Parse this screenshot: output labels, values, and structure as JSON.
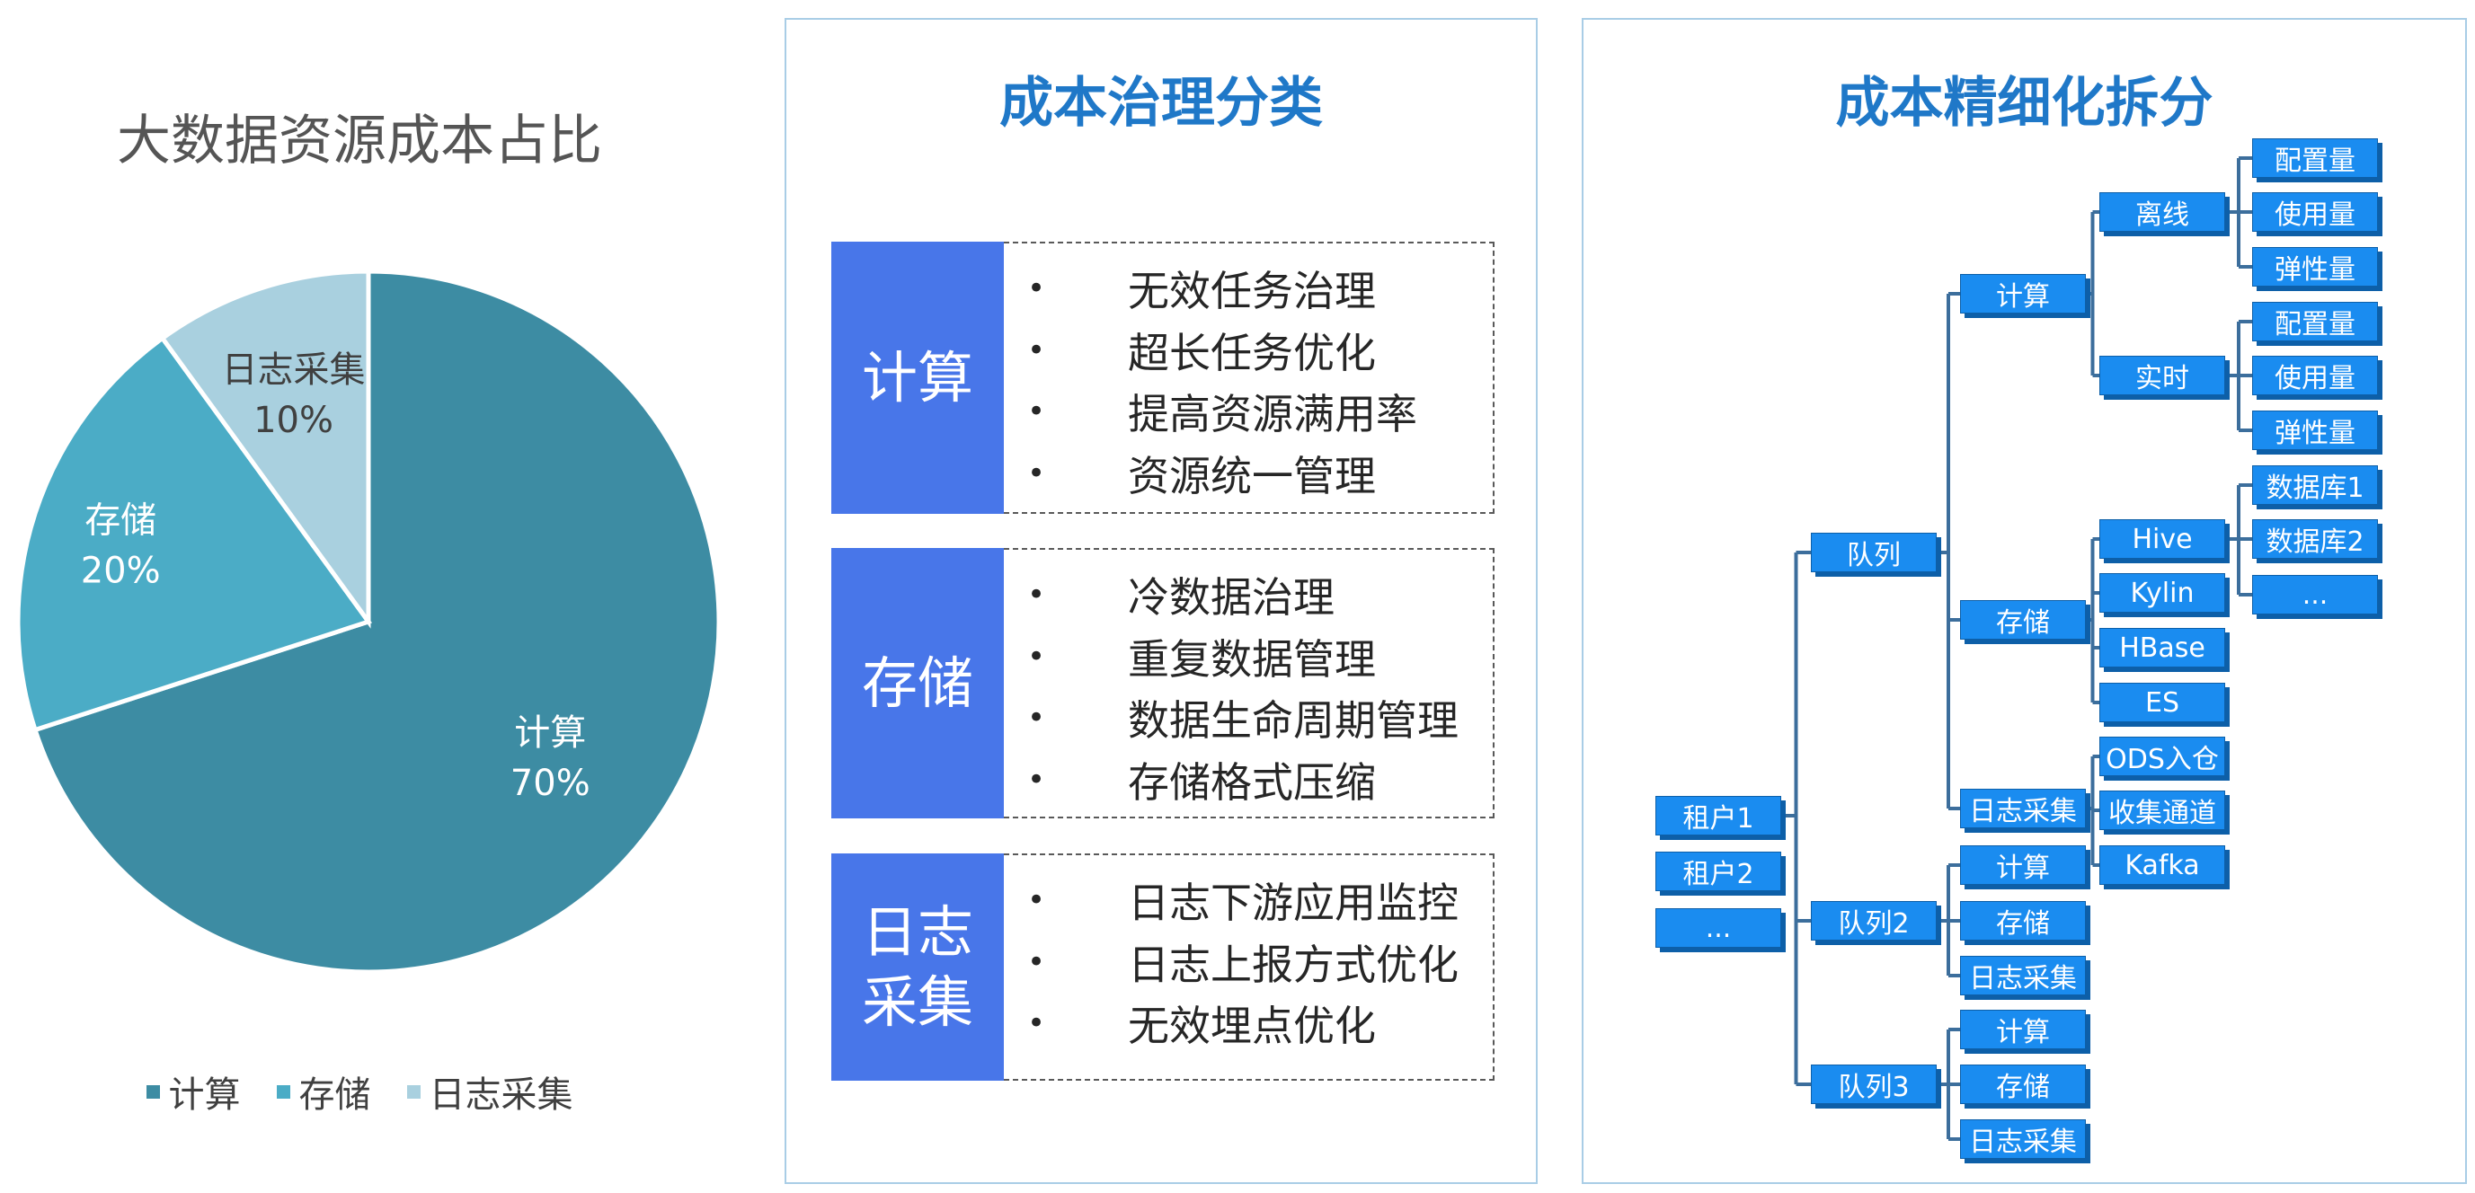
{
  "pie": {
    "title": "大数据资源成本占比",
    "labels": [
      {
        "name": "计算",
        "pct": "70%"
      },
      {
        "name": "存储",
        "pct": "20%"
      },
      {
        "name": "日志采集",
        "pct": "10%"
      }
    ],
    "legend": [
      "计算",
      "存储",
      "日志采集"
    ]
  },
  "chart_data": {
    "type": "pie",
    "title": "大数据资源成本占比",
    "categories": [
      "计算",
      "存储",
      "日志采集"
    ],
    "values": [
      70,
      20,
      10
    ],
    "colors": [
      "#3d8ca3",
      "#4bacc6",
      "#a9d0df"
    ],
    "legend_position": "bottom"
  },
  "governance": {
    "title": "成本治理分类",
    "sections": [
      {
        "head": "计算",
        "items": [
          "无效任务治理",
          "超长任务优化",
          "提高资源满用率",
          "资源统一管理"
        ]
      },
      {
        "head": "存储",
        "items": [
          "冷数据治理",
          "重复数据管理",
          "数据生命周期管理",
          "存储格式压缩"
        ]
      },
      {
        "head": "日志\n采集",
        "items": [
          "日志下游应用监控",
          "日志上报方式优化",
          "无效埋点优化"
        ]
      }
    ],
    "bullet": "•",
    "head_color": "#4876e9"
  },
  "breakdown": {
    "title": "成本精细化拆分",
    "tenants": [
      "租户1",
      "租户2",
      "..."
    ],
    "queues": [
      "队列",
      "队列2",
      "队列3"
    ],
    "queue1_children": [
      "计算",
      "存储",
      "日志采集"
    ],
    "compute_children": [
      "离线",
      "实时"
    ],
    "metrics_offline": [
      "配置量",
      "使用量",
      "弹性量"
    ],
    "metrics_realtime": [
      "配置量",
      "使用量",
      "弹性量"
    ],
    "storage_children": [
      "Hive",
      "Kylin",
      "HBase",
      "ES"
    ],
    "hive_children": [
      "数据库1",
      "数据库2",
      "..."
    ],
    "log_children": [
      "ODS入仓",
      "收集通道",
      "Kafka"
    ],
    "queue2_children": [
      "计算",
      "存储",
      "日志采集"
    ],
    "queue3_children": [
      "计算",
      "存储",
      "日志采集"
    ],
    "node_color": "#1a8cf0"
  }
}
